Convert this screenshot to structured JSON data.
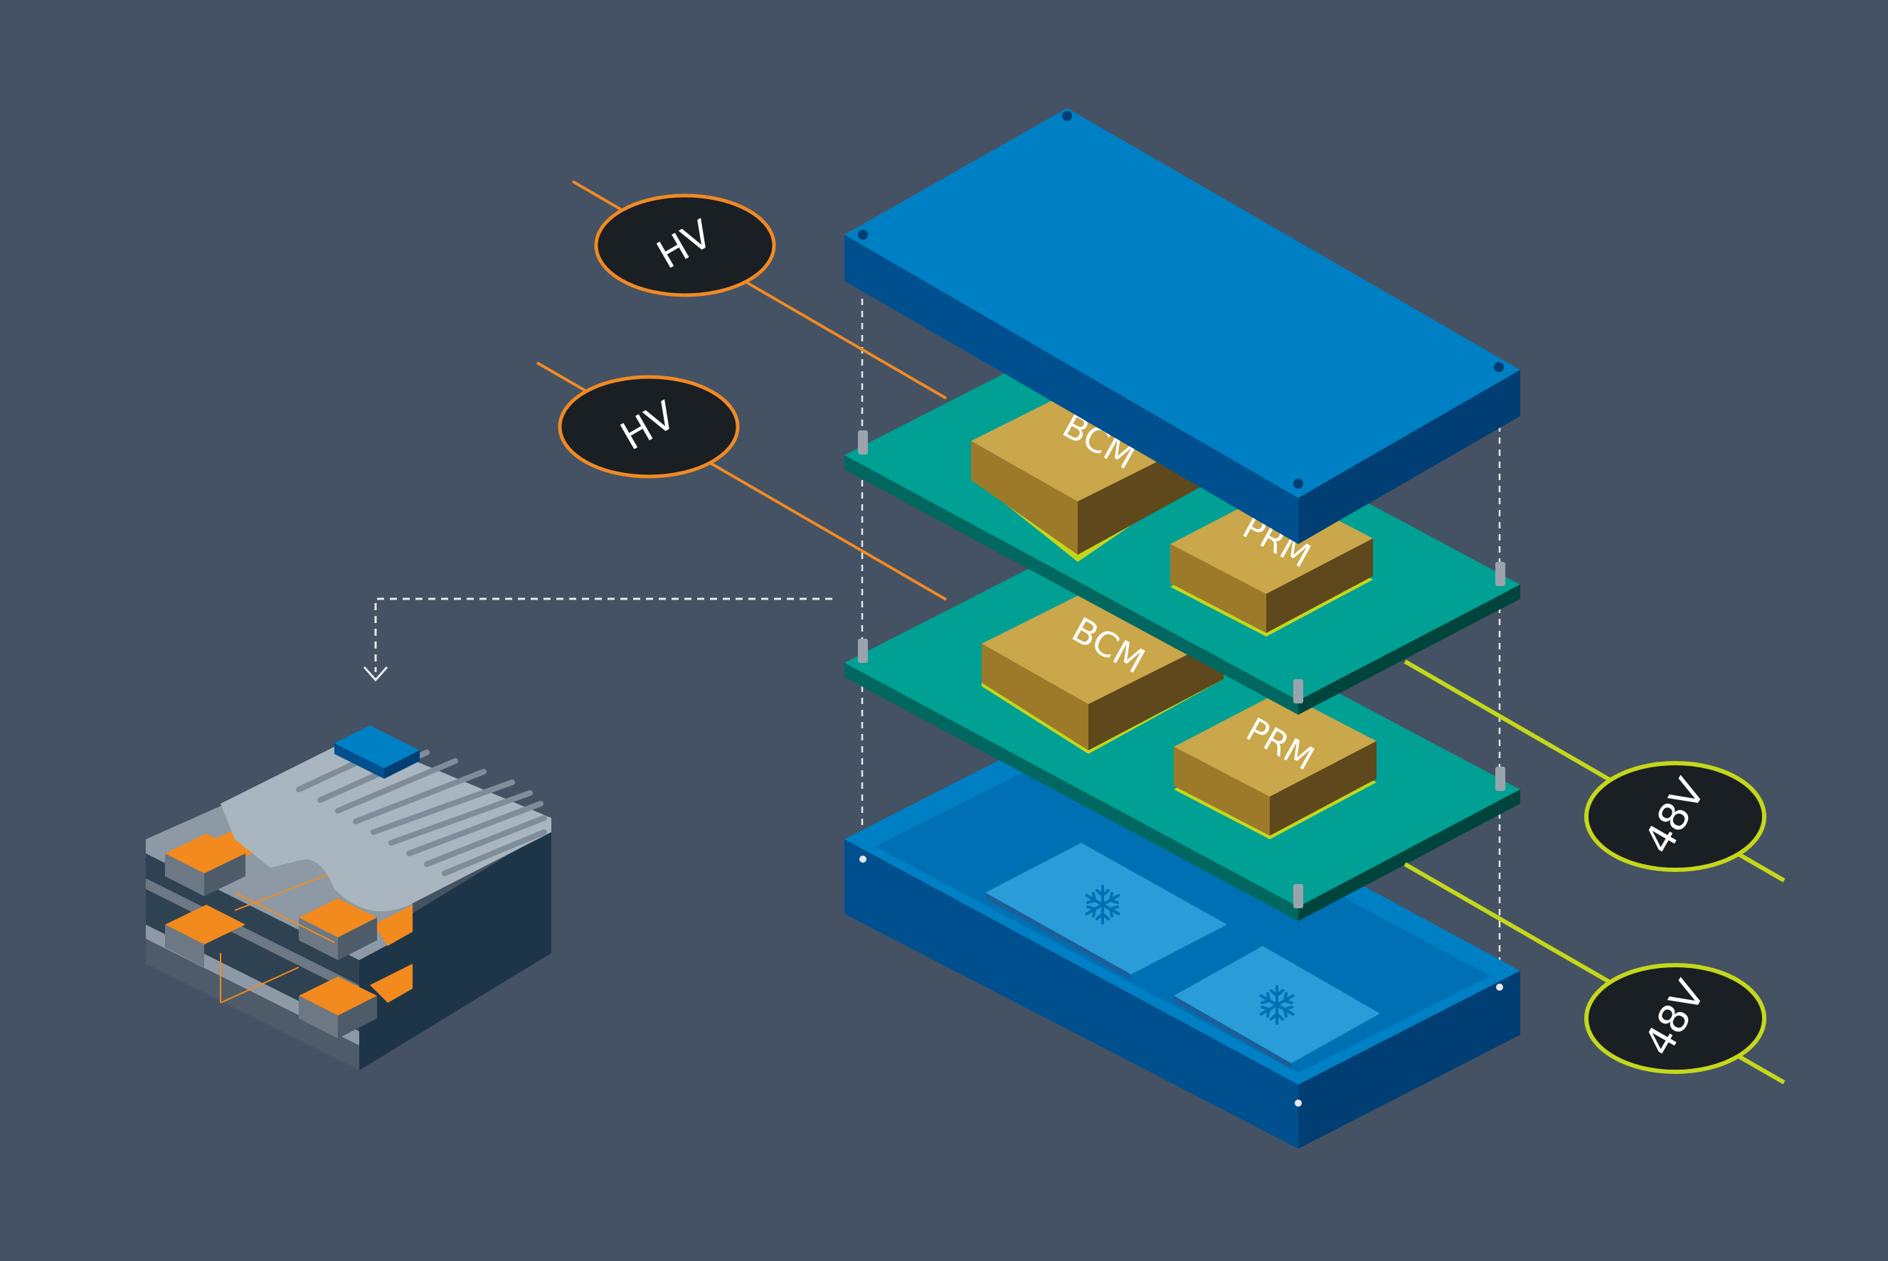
{
  "colors": {
    "background": "#445263",
    "enclosure_top": "#0080C4",
    "enclosure_side": "#00508F",
    "enclosure_side_dark": "#003E73",
    "pcb_top": "#00A094",
    "pcb_side": "#006860",
    "pcb_side_dark": "#00443E",
    "module_top": "#C9A74A",
    "module_left": "#9C7A2A",
    "module_right": "#5E481C",
    "module_base": "#C5D71A",
    "hv_accent": "#F08A24",
    "lv_accent": "#C5D71A",
    "callout_fill": "#1A1F24",
    "callout_text": "#FFFFFF",
    "standoff": "#9AA4AD",
    "cold_plate": "#2A9CD8",
    "cold_plate_side": "#1A5F98",
    "guide_line": "#E6E9EC"
  },
  "icons": {
    "cold_plate_symbol": "snowflake-icon"
  },
  "labels": {
    "hv_upper": "HV",
    "hv_lower": "HV",
    "lv_upper": "48V",
    "lv_lower": "48V",
    "board_upper_module_a": "BCM",
    "board_upper_module_b": "PRM",
    "board_lower_module_a": "BCM",
    "board_lower_module_b": "PRM"
  }
}
